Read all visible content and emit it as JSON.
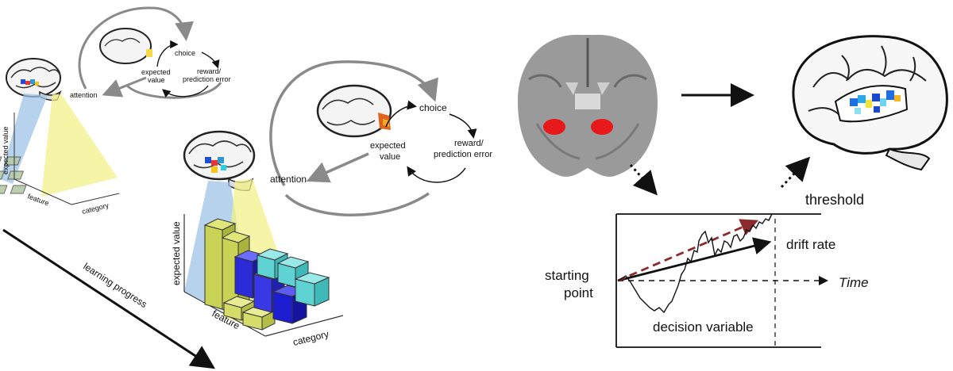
{
  "small_panel": {
    "axis_expected_value": "expected value",
    "axis_feature": "feature",
    "axis_category": "category",
    "loop": {
      "choice": "choice",
      "reward_line1": "reward/",
      "reward_line2": "prediction error",
      "attention": "attention",
      "ev_line1": "expected",
      "ev_line2": "value"
    }
  },
  "large_panel": {
    "axis_expected_value": "expected value",
    "axis_feature": "feature",
    "axis_category": "category",
    "loop": {
      "choice": "choice",
      "reward_line1": "reward/",
      "reward_line2": "prediction error",
      "attention": "attention",
      "ev_line1": "expected",
      "ev_line2": "value"
    }
  },
  "learning_progress": "learning progress",
  "ddm": {
    "threshold": "threshold",
    "drift_rate": "drift rate",
    "starting_line1": "starting",
    "starting_line2": "point",
    "time": "Time",
    "decision_variable": "decision variable"
  },
  "colors": {
    "blue_cone": "#9ec3e6",
    "yellow_cone": "#f3f08a",
    "red_roi": "#e8191a",
    "drift_dashed": "#8b2b2b",
    "loop_gray": "#8a8a8a"
  }
}
